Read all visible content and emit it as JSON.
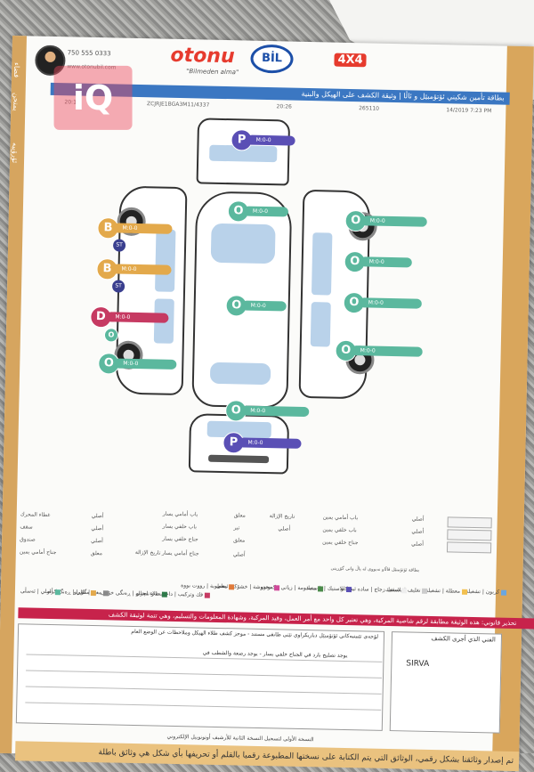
{
  "header": {
    "brand": "otonu",
    "brand_bil": "BİL",
    "tagline": "\"Bilmeden alma\"",
    "badge_4x4": "4X4",
    "phone": "750 555 0333",
    "website": "www.otonubil.com",
    "title": "بطاقة تأمين شكيني ئۆتۆمبێل و ئاڵا | وثيقة الكشف على الهيكل والبنية"
  },
  "info_row": [
    "20:10",
    "ZCJRJE1BGA3M11/4337",
    "20:26",
    "265110",
    "14/2019 7:23 PM"
  ],
  "watermark": "iQ",
  "side_labels": [
    "فضاء",
    "يمتحن",
    "ئۆرۆپيە"
  ],
  "markers": [
    {
      "id": "top-front",
      "letter": "P",
      "code": "M:0-0",
      "color": "#5a4fb5"
    },
    {
      "id": "roof-front",
      "letter": "O",
      "code": "M:0-0",
      "color": "#5bb89e"
    },
    {
      "id": "left-door-front",
      "letter": "B",
      "code": "M:0-0",
      "color": "#e3a94b",
      "sub": "ST"
    },
    {
      "id": "left-door-rear",
      "letter": "B",
      "code": "M:0-0",
      "color": "#e3a94b",
      "sub": "ST"
    },
    {
      "id": "left-fender",
      "letter": "D",
      "code": "M:0-0",
      "color": "#c63a62"
    },
    {
      "id": "left-small",
      "letter": "O",
      "code": "",
      "color": "#5bb89e"
    },
    {
      "id": "left-rear",
      "letter": "O",
      "code": "M:0-0",
      "color": "#5bb89e"
    },
    {
      "id": "roof-center",
      "letter": "O",
      "code": "M:0-0",
      "color": "#5bb89e"
    },
    {
      "id": "right-front",
      "letter": "O",
      "code": "M:0-0",
      "color": "#5bb89e"
    },
    {
      "id": "right-door-front",
      "letter": "O",
      "code": "M:0-0",
      "color": "#5bb89e"
    },
    {
      "id": "right-door-rear",
      "letter": "O",
      "code": "M:0-0",
      "color": "#5bb89e"
    },
    {
      "id": "right-rear",
      "letter": "O",
      "code": "M:0-0",
      "color": "#5bb89e"
    },
    {
      "id": "rear-upper",
      "letter": "O",
      "code": "M:0-0",
      "color": "#5bb89e"
    },
    {
      "id": "rear-bottom",
      "letter": "P",
      "code": "M:0-0",
      "color": "#5a4fb5"
    }
  ],
  "table_labels": {
    "r1": [
      "أصلي",
      "باب أمامي يمين",
      "تاريخ الإزالة",
      "معلق",
      "باب أمامي يسار",
      "أصلي",
      "غطاء المحرك"
    ],
    "r2": [
      "أصلي",
      "باب خلفي يمين",
      "أصلي",
      "تير",
      "باب خلفي يسار",
      "أصلي",
      "سقف"
    ],
    "r3": [
      "أصلي",
      "جناح خلفي يمين",
      "معلق",
      "جناح خلفي يسار",
      "أصلي",
      "صندوق"
    ],
    "r4": [
      "تاريخ الإزالة",
      "جناح أمامي يسار",
      "معلق",
      "جناح أمامي يمين",
      "أصلي"
    ]
  },
  "table_note": "بطاقة ئۆتۆمبێل ڤاڵاو نەبووی لە پاڵ وانی گۆڕینی",
  "legend": [
    {
      "label": "كربون | تشغيلة",
      "color": "#6aa6e0"
    },
    {
      "label": "معطلة | تشغيلة",
      "color": "#f2c04f"
    },
    {
      "label": "تغليف | بلاستيك",
      "color": "#cccccc"
    },
    {
      "label": "سقف زجاج | ساده ئيشكاو",
      "color": "#eeeeee"
    },
    {
      "label": "بلاستيك | بلاستيك",
      "color": "#5a4fb5"
    },
    {
      "label": "مصدومة | زيانی تێكەوتوو",
      "color": "#4a8a4a"
    },
    {
      "label": "مخدوشة | خشۆكی ئیغلی",
      "color": "#d04a9a"
    },
    {
      "label": "معطوبة | رووت بووة",
      "color": "#e07a3a"
    },
    {
      "label": "فك وتركيب | داخەیەة و ناچراو",
      "color": "#c63a62"
    },
    {
      "label": "طلاء محلي | ڕەنگی خۆمی",
      "color": "#2f7a4a"
    },
    {
      "label": "مغير | گۆڕاو",
      "color": "#8a8a8a"
    },
    {
      "label": "مطلي | ڕەنگ كراو",
      "color": "#e3a94b"
    },
    {
      "label": "أصلي | ئەسڵی",
      "color": "#5bb89e"
    }
  ],
  "legal_bar": "تحذير قانوني: هذه الوثيقة مطابقة لرقم شاصية المركبة، وهي تعتبر كل واحد مع أمر العمل، وقيد المركبة، وشهادة المعلومات والتسليم، وهي تتمة لوثيقة الكشف",
  "inspector_label": "الفني الذي أجرى الكشف",
  "inspector_name": "SIRVA",
  "notes_title": "لۆحەی تێبینیەكانی ئۆتۆمبێل دیاریكراوی تێنی طابقی مستند - موجز كشف طلاء الهيكل وملاحظات عن الوضع العام",
  "notes_line": "يوجد تصليح بارد في الجناح خلفي يسار - يوجد رضعة والشطب في",
  "footer_note": "النسخة الأولى لتسجيل النسخة الثانية للأرشيف أوتونوبيل الإلكتروني",
  "footer_warning": "تم إصدار وثائقنا بشكل رقمي، الوثائق التي يتم الكتابة على نسختها المطبوعة رقميا بالقلم أو تحريفها بأي شكل هي وثائق باطلة"
}
